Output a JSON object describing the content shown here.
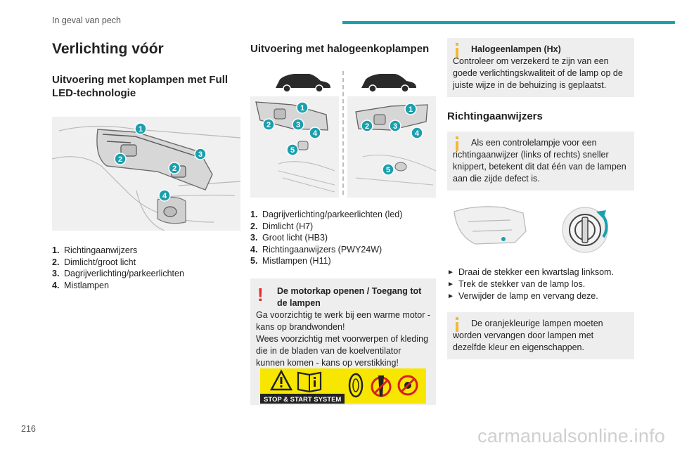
{
  "header": {
    "section": "In geval van pech"
  },
  "page_number": "216",
  "watermark": "carmanualsonline.info",
  "col1": {
    "title": "Verlichting vóór",
    "subtitle": "Uitvoering met koplampen met Full LED-technologie",
    "items": [
      {
        "num": "1.",
        "label": "Richtingaanwijzers"
      },
      {
        "num": "2.",
        "label": "Dimlicht/groot licht"
      },
      {
        "num": "3.",
        "label": "Dagrijverlichting/parkeerlichten"
      },
      {
        "num": "4.",
        "label": "Mistlampen"
      }
    ],
    "badges": [
      "1",
      "2",
      "2",
      "3",
      "4"
    ]
  },
  "col2": {
    "subtitle": "Uitvoering met halogeenkoplampen",
    "items": [
      {
        "num": "1.",
        "label": "Dagrijverlichting/parkeerlichten (led)"
      },
      {
        "num": "2.",
        "label": "Dimlicht (H7)"
      },
      {
        "num": "3.",
        "label": "Groot licht (HB3)"
      },
      {
        "num": "4.",
        "label": "Richtingaanwijzers (PWY24W)"
      },
      {
        "num": "5.",
        "label": "Mistlampen (H11)"
      }
    ],
    "badges": [
      "1",
      "2",
      "3",
      "4",
      "5",
      "1",
      "2",
      "3",
      "4",
      "5"
    ],
    "warning": {
      "title": "De motorkap openen / Toegang tot de lampen",
      "body": "Ga voorzichtig te werk bij een warme motor - kans op brandwonden!\nWees voorzichtig met voorwerpen of kleding die in de bladen van de koelventilator kunnen komen - kans op verstikking!",
      "label_text": "STOP & START SYSTEM"
    }
  },
  "col3": {
    "halogen_note": {
      "title": "Halogeenlampen (Hx)",
      "body": "Controleer om verzekerd te zijn van een goede verlichtingskwaliteit of de lamp op de juiste wijze in de behuizing is geplaatst."
    },
    "subtitle": "Richtingaanwijzers",
    "indicator_note": "Als een controlelampje voor een richtingaanwijzer (links of rechts) sneller knippert, betekent dit dat één van de lampen aan die zijde defect is.",
    "steps": [
      "Draai de stekker een kwartslag linksom.",
      "Trek de stekker van de lamp los.",
      "Verwijder de lamp en vervang deze."
    ],
    "orange_note": "De oranjekleurige lampen moeten worden vervangen door lampen met dezelfde kleur en eigenschappen."
  },
  "colors": {
    "accent": "#1a9fad",
    "warning": "#e32b2b",
    "info": "#f2b83a",
    "label_yellow": "#f7e600"
  }
}
